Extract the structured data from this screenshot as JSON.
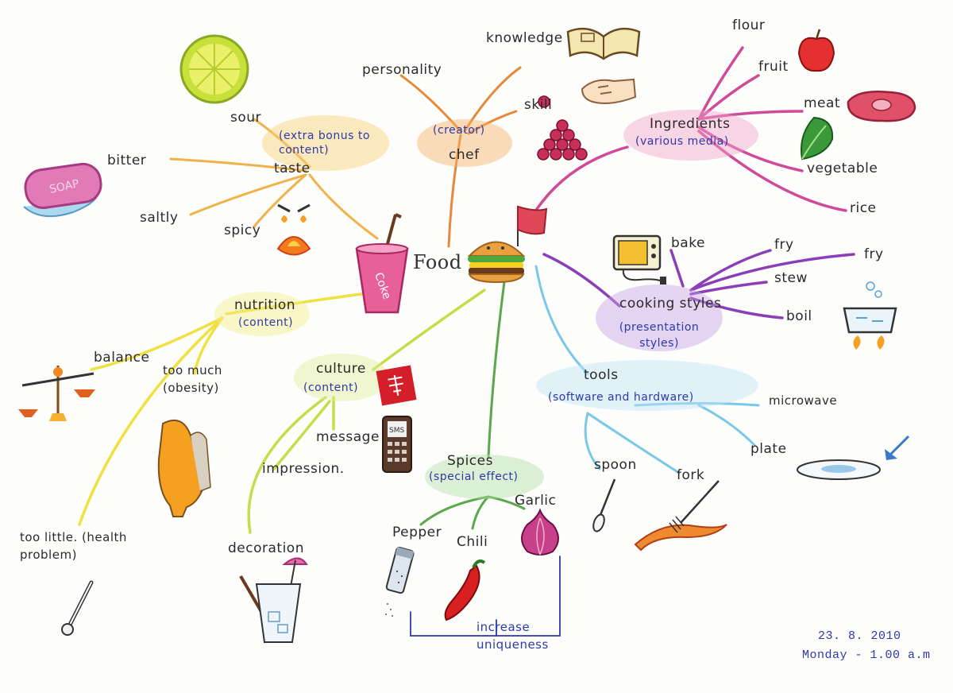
{
  "center": {
    "label": "Food"
  },
  "branches": {
    "taste": {
      "label": "taste",
      "note": "(extra bonus to content)",
      "children": [
        "sour",
        "bitter",
        "saltly",
        "spicy"
      ],
      "soap_text": "SOAP"
    },
    "chef": {
      "label": "chef",
      "note": "(creator)",
      "children": [
        "personality",
        "knowledge",
        "skill"
      ]
    },
    "ingredients": {
      "label": "Ingredients",
      "note": "(various media)",
      "children": [
        "flour",
        "fruit",
        "meat",
        "vegetable",
        "rice"
      ]
    },
    "cooking": {
      "label": "cooking styles",
      "note": "(presentation styles)",
      "children": [
        "bake",
        "fry",
        "fry",
        "stew",
        "boil"
      ]
    },
    "nutrition": {
      "label": "nutrition",
      "note": "(content)",
      "children": [
        "balance",
        "too much (obesity)",
        "too little. (health problem)"
      ],
      "coke_text": "Coke"
    },
    "culture": {
      "label": "culture",
      "note": "(content)",
      "children": [
        "message",
        "impression.",
        "decoration"
      ],
      "phone_text": "SMS"
    },
    "spices": {
      "label": "Spices",
      "note": "(special effect)",
      "children": [
        "Pepper",
        "Chili",
        "Garlic"
      ],
      "summary": "increase uniqueness"
    },
    "tools": {
      "label": "tools",
      "note": "(software and hardware)",
      "children": [
        "microwave",
        "plate",
        "spoon",
        "fork"
      ]
    }
  },
  "date": {
    "line1": "23. 8. 2010",
    "line2": "Monday - 1.00 a.m"
  },
  "colors": {
    "taste": "#f2b24a",
    "chef": "#e48a3a",
    "ingredients": "#d04a9a",
    "cooking": "#8a3fb8",
    "nutrition": "#f0e040",
    "culture": "#c8dc4a",
    "spices": "#5aa84a",
    "tools": "#7ac8e8",
    "note_ink": "#2d3aa8"
  },
  "icons": [
    "lemon-icon",
    "soap-icon",
    "chili-face-icon",
    "coke-icon",
    "burger-icon",
    "flag-icon",
    "book-icon",
    "hand-icon",
    "cherries-icon",
    "apple-icon",
    "meat-icon",
    "lettuce-icon",
    "oven-icon",
    "pot-icon",
    "scale-icon",
    "bottle-icon",
    "thermometer-icon",
    "phone-icon",
    "cup-icon",
    "umbrella-icon",
    "shaker-icon",
    "pepper-icon",
    "garlic-icon",
    "spoon-icon",
    "fork-icon",
    "plate-icon",
    "arrow-icon"
  ]
}
